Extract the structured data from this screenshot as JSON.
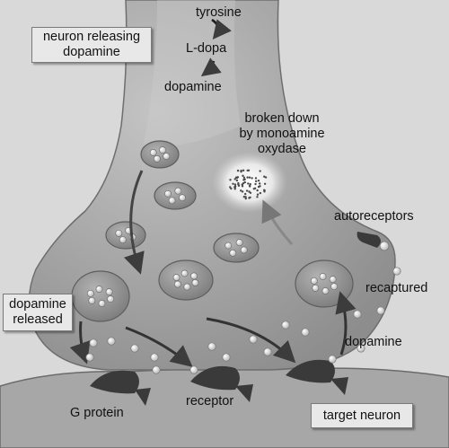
{
  "labels": {
    "tyrosine": "tyrosine",
    "ldopa": "L-dopa",
    "dopamine_top": "dopamine",
    "neuron_releasing": "neuron releasing dopamine",
    "broken_down_1": "broken down",
    "broken_down_2": "by monoamine",
    "broken_down_3": "oxydase",
    "autoreceptors": "autoreceptors",
    "recaptured": "recaptured",
    "dopamine_released": "dopamine released",
    "dopamine_cleft": "dopamine",
    "g_protein": "G protein",
    "receptor": "receptor",
    "target_neuron": "target neuron"
  },
  "colors": {
    "background": "#d9d9d9",
    "neuron": "#a9a9a9",
    "vesicle": "#8f8f8f",
    "receptor": "#3a3a3a",
    "arrow": "#555555"
  }
}
